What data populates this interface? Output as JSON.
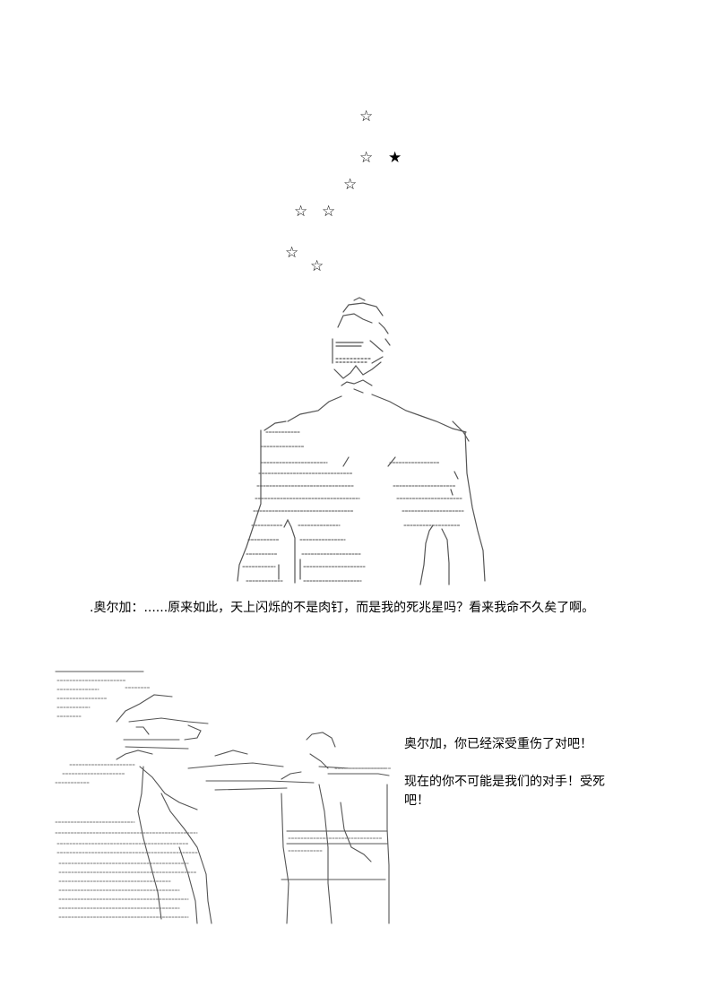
{
  "stars": {
    "s1": "☆",
    "s2": "☆",
    "s3": "★",
    "s4": "☆",
    "s5": "☆",
    "s6": "☆",
    "s7": "☆",
    "s8": "☆"
  },
  "caption": ".奥尔加：......原来如此，天上闪烁的不是肉钉，而是我的死兆星吗？看来我命不久矣了啊。",
  "dialogue": {
    "line1": "奥尔加，你已经深受重伤了对吧！",
    "line2a": "现在的你不可能是我们的对手！受死",
    "line2b": "吧！"
  },
  "art": {
    "figure_top": "ascii-art-man-standing",
    "figure_bottom": "ascii-art-soldiers-with-guns"
  }
}
